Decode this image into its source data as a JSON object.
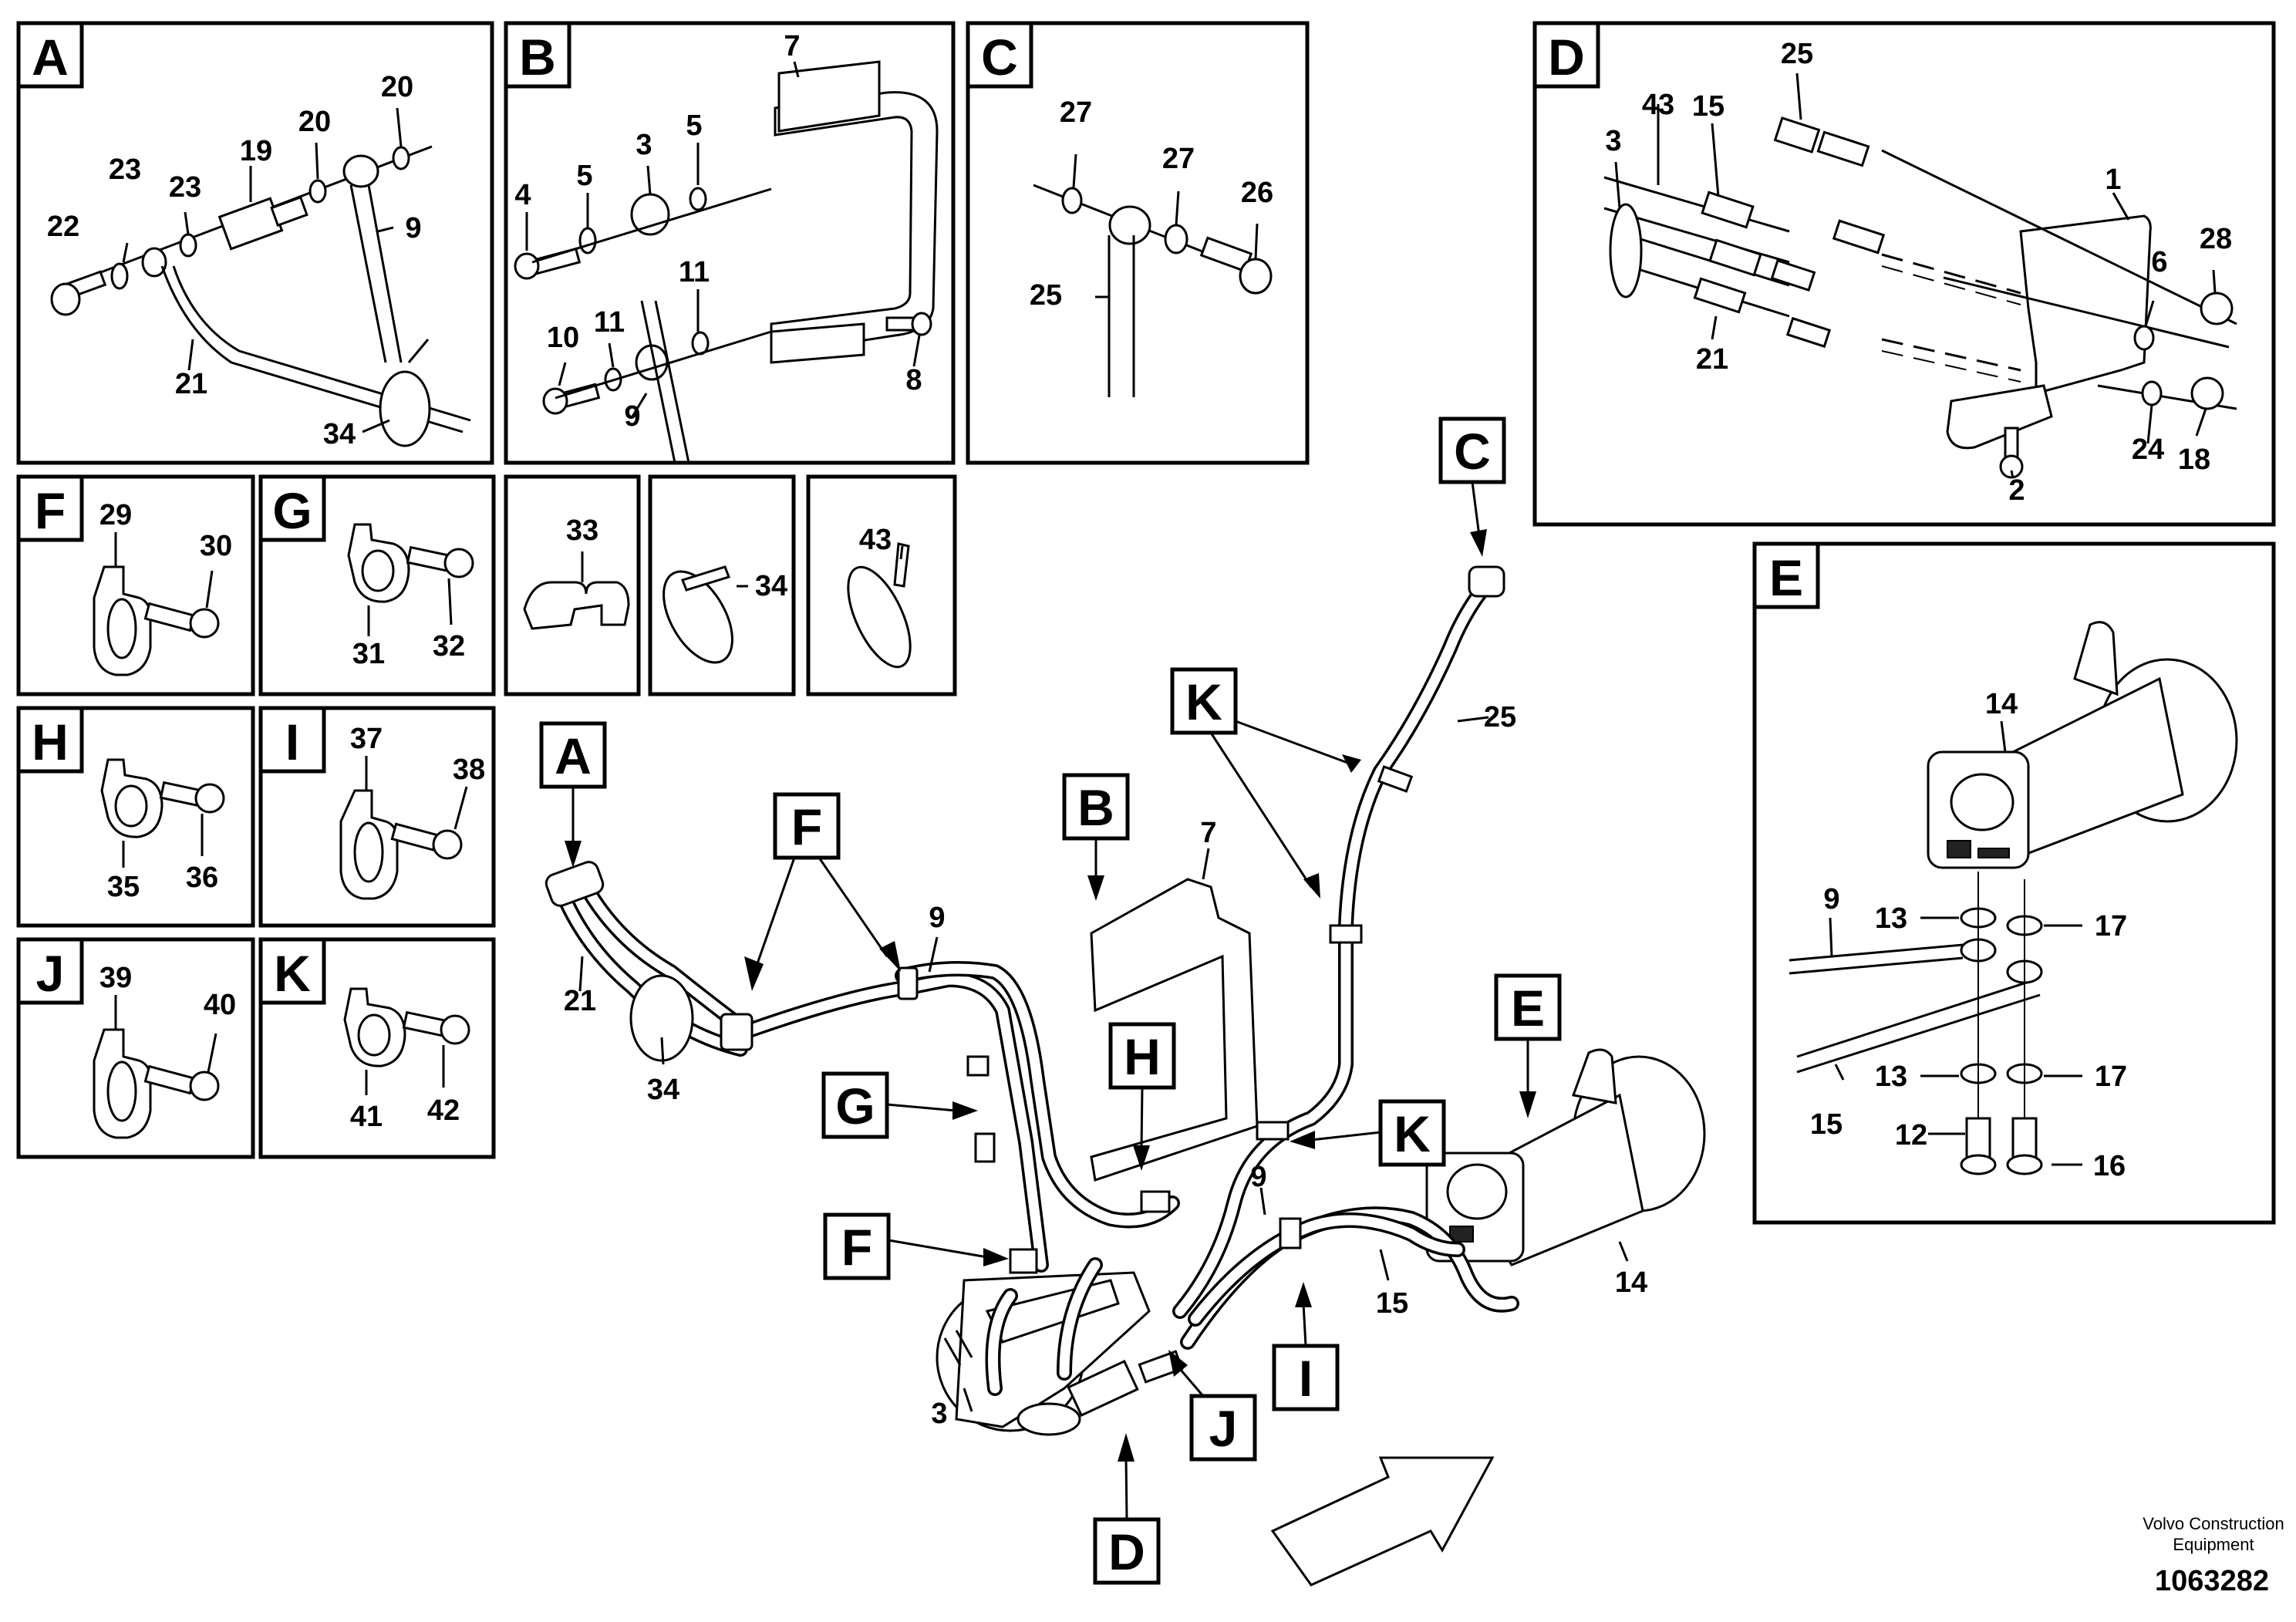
{
  "panels": {
    "A": {
      "letter": "A",
      "parts": [
        "22",
        "23",
        "23",
        "19",
        "20",
        "20",
        "9",
        "21",
        "34"
      ]
    },
    "B": {
      "letter": "B",
      "parts": [
        "7",
        "3",
        "5",
        "5",
        "4",
        "11",
        "11",
        "10",
        "9",
        "8"
      ]
    },
    "C": {
      "letter": "C",
      "parts": [
        "27",
        "27",
        "26",
        "25"
      ]
    },
    "D": {
      "letter": "D",
      "parts": [
        "25",
        "43",
        "15",
        "3",
        "1",
        "28",
        "6",
        "21",
        "24",
        "18",
        "2"
      ]
    },
    "E": {
      "letter": "E",
      "parts": [
        "14",
        "9",
        "13",
        "17",
        "13",
        "17",
        "15",
        "12",
        "16"
      ]
    },
    "F": {
      "letter": "F",
      "parts": [
        "29",
        "30"
      ]
    },
    "G": {
      "letter": "G",
      "parts": [
        "31",
        "32"
      ]
    },
    "H": {
      "letter": "H",
      "parts": [
        "35",
        "36"
      ]
    },
    "I": {
      "letter": "I",
      "parts": [
        "37",
        "38"
      ]
    },
    "J": {
      "letter": "J",
      "parts": [
        "39",
        "40"
      ]
    },
    "K": {
      "letter": "K",
      "parts": [
        "41",
        "42"
      ]
    },
    "P33": {
      "parts": [
        "33"
      ]
    },
    "P34": {
      "parts": [
        "34"
      ]
    },
    "P43": {
      "parts": [
        "43"
      ]
    }
  },
  "main": {
    "callouts": [
      "A",
      "F",
      "B",
      "C",
      "K",
      "K",
      "G",
      "H",
      "E",
      "F",
      "I",
      "J",
      "D"
    ],
    "parts": [
      "21",
      "34",
      "9",
      "7",
      "25",
      "9",
      "15",
      "14",
      "3"
    ]
  },
  "footer": {
    "company_line1": "Volvo Construction",
    "company_line2": "Equipment",
    "drawing_number": "1063282"
  }
}
